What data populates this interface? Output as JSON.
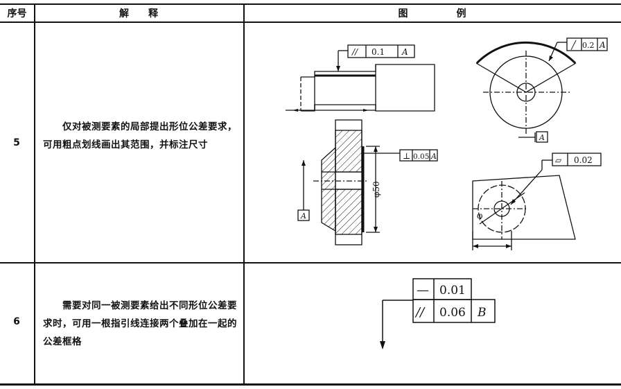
{
  "header": {
    "col_no": "序号",
    "col_desc": "解　　释",
    "col_fig": "图　　　　　例"
  },
  "rows": [
    {
      "no": "5",
      "desc": "　　仅对被测要素的局部提出形位公差要求，可用粗点划线画出其范围，并标注尺寸",
      "fig": {
        "frame1": {
          "symbol": "//",
          "value": "0.1",
          "datum": "A"
        },
        "frame2": {
          "symbol": "╱",
          "value": "0.2",
          "datum": "A"
        },
        "frame3": {
          "symbol": "⊥",
          "value": "0.05",
          "datum": "A"
        },
        "frame4": {
          "symbol": "▱",
          "value": "0.02"
        },
        "datum_a1": "A",
        "datum_a2": "A",
        "diameter": "φ50",
        "phi": "φ"
      }
    },
    {
      "no": "6",
      "desc": "　　需要对同一被测要素给出不同形位公差要求时，可用一根指引线连接两个叠加在一起的公差框格",
      "fig": {
        "top": {
          "symbol": "—",
          "value": "0.01"
        },
        "bottom": {
          "symbol": "//",
          "value": "0.06",
          "datum": "B"
        }
      }
    }
  ]
}
